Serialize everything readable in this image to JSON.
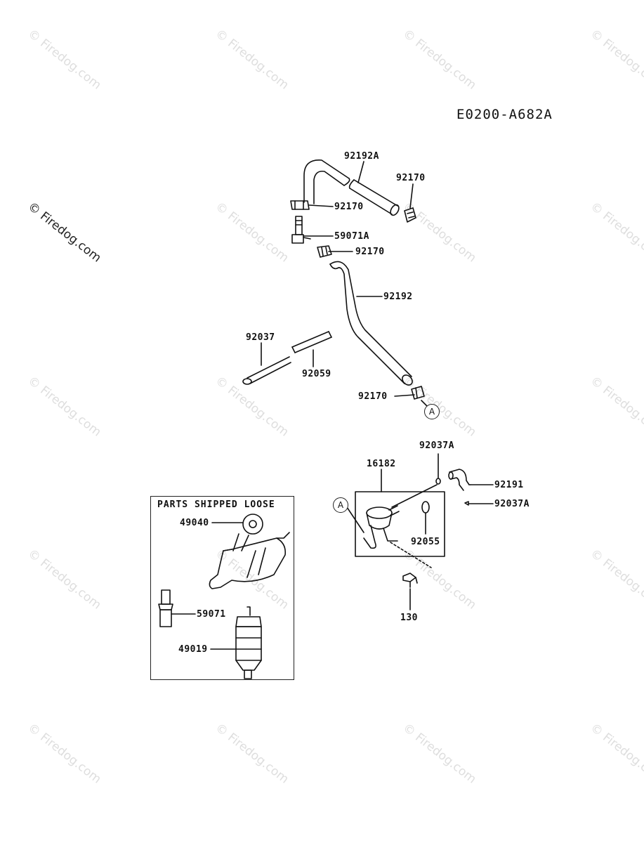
{
  "diagram_code": "E0200-A682A",
  "watermark": "© Firedog.com",
  "parts_shipped_loose_title": "PARTS SHIPPED LOOSE",
  "reference_marker": "A",
  "labels": {
    "p92192A": "92192A",
    "p92170_top_right": "92170",
    "p92170_left": "92170",
    "p59071A": "59071A",
    "p92170_mid": "92170",
    "p92192": "92192",
    "p92037": "92037",
    "p92059": "92059",
    "p92170_bottom": "92170",
    "p92037A_top": "92037A",
    "p16182": "16182",
    "p92191": "92191",
    "p92037A_right": "92037A",
    "p92055": "92055",
    "p130": "130",
    "p49040": "49040",
    "p59071": "59071",
    "p49019": "49019"
  }
}
